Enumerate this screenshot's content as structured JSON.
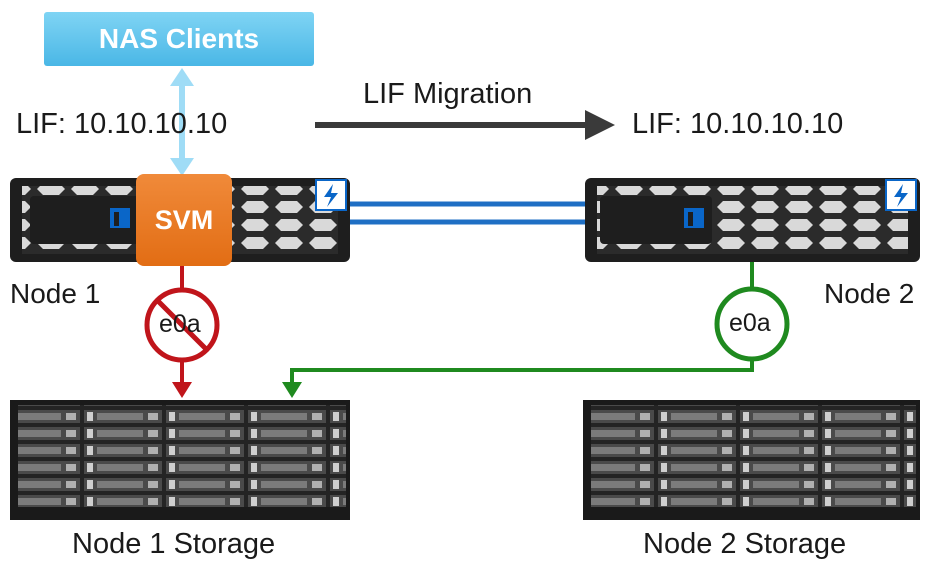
{
  "nas_clients": {
    "label": "NAS Clients"
  },
  "migration": {
    "label": "LIF Migration"
  },
  "lif_source": {
    "label": "LIF: 10.10.10.10"
  },
  "lif_target": {
    "label": "LIF: 10.10.10.10"
  },
  "node1": {
    "label": "Node 1",
    "svm_label": "SVM",
    "port_label": "e0a",
    "port_state": "disabled"
  },
  "node2": {
    "label": "Node 2",
    "port_label": "e0a",
    "port_state": "active"
  },
  "storage1": {
    "label": "Node 1 Storage"
  },
  "storage2": {
    "label": "Node 2 Storage"
  },
  "colors": {
    "nas_box": "#4ab7e6",
    "svm_box": "#e26d14",
    "disabled_path": "#c0151b",
    "active_path": "#1f8a1f",
    "interconnect": "#1f6fc4",
    "arrow": "#3a3a3a"
  }
}
